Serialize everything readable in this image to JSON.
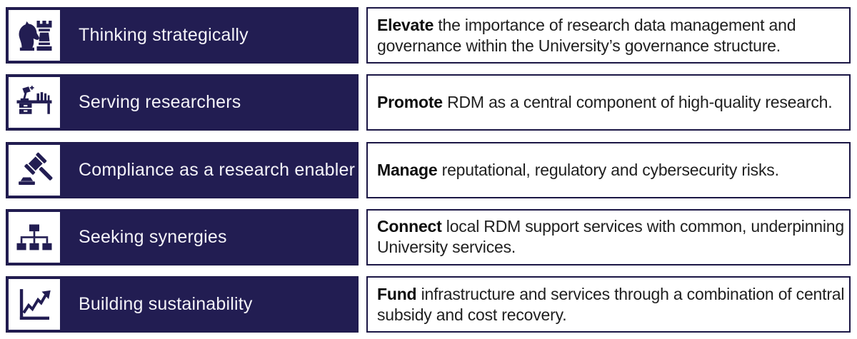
{
  "colors": {
    "navy": "#221d52",
    "navy_border": "#1b1645",
    "text_dark": "#1f1f1f",
    "white": "#ffffff"
  },
  "rows": [
    {
      "icon": "chess-pieces-icon",
      "label": "Thinking strategically",
      "action": "Elevate",
      "rest": " the importance of research data management and governance within the University’s governance structure."
    },
    {
      "icon": "researcher-desk-icon",
      "label": "Serving researchers",
      "action": "Promote",
      "rest": " RDM as a central component of high-quality research."
    },
    {
      "icon": "gavel-icon",
      "label": "Compliance as a research enabler",
      "action": "Manage",
      "rest": " reputational, regulatory and cybersecurity risks."
    },
    {
      "icon": "org-chart-icon",
      "label": "Seeking synergies",
      "action": "Connect",
      "rest": " local RDM support services with common, underpinning University services."
    },
    {
      "icon": "growth-chart-icon",
      "label": "Building sustainability",
      "action": "Fund",
      "rest": " infrastructure and services through a combination of central subsidy and cost recovery."
    }
  ]
}
